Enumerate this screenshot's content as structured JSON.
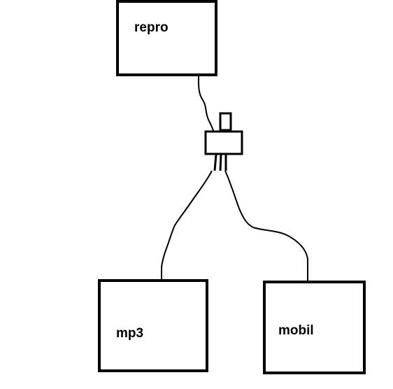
{
  "diagram": {
    "boxes": {
      "repro": {
        "label": "repro"
      },
      "mp3": {
        "label": "mp3"
      },
      "mobil": {
        "label": "mobil"
      }
    },
    "connector_icon": "splitter-adapter-icon",
    "colors": {
      "stroke": "#000000",
      "background": "#ffffff"
    }
  }
}
